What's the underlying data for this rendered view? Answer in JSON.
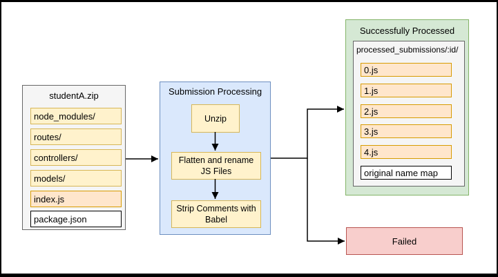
{
  "colors": {
    "yellow_fill": "#FFF2CC",
    "yellow_border": "#D6B656",
    "orange_fill": "#FFE6CC",
    "orange_border": "#D79B00",
    "blue_fill": "#DAE8FC",
    "blue_border": "#6C8EBF",
    "green_fill": "#D5E8D4",
    "green_border": "#82B366",
    "red_fill": "#F8CECC",
    "red_border": "#B85450",
    "gray_fill": "#F5F5F5",
    "gray_border": "#666666",
    "arrow": "#000000"
  },
  "student_zip": {
    "title": "studentA.zip",
    "items": [
      {
        "label": "node_modules/",
        "kind": "folder"
      },
      {
        "label": "routes/",
        "kind": "folder"
      },
      {
        "label": "controllers/",
        "kind": "folder"
      },
      {
        "label": "models/",
        "kind": "folder"
      },
      {
        "label": "index.js",
        "kind": "js-file"
      },
      {
        "label": "package.json",
        "kind": "plain-file"
      }
    ]
  },
  "processing": {
    "title": "Submission Processing",
    "steps": [
      {
        "label": "Unzip"
      },
      {
        "label": "Flatten and rename JS Files"
      },
      {
        "label": "Strip Comments with Babel"
      }
    ]
  },
  "success": {
    "title": "Successfully Processed",
    "folder": "processed_submissions/:id/",
    "items": [
      {
        "label": "0.js",
        "kind": "js-file"
      },
      {
        "label": "1.js",
        "kind": "js-file"
      },
      {
        "label": "2.js",
        "kind": "js-file"
      },
      {
        "label": "3.js",
        "kind": "js-file"
      },
      {
        "label": "4.js",
        "kind": "js-file"
      },
      {
        "label": "original name map",
        "kind": "plain-file"
      }
    ]
  },
  "failed": {
    "title": "Failed"
  }
}
